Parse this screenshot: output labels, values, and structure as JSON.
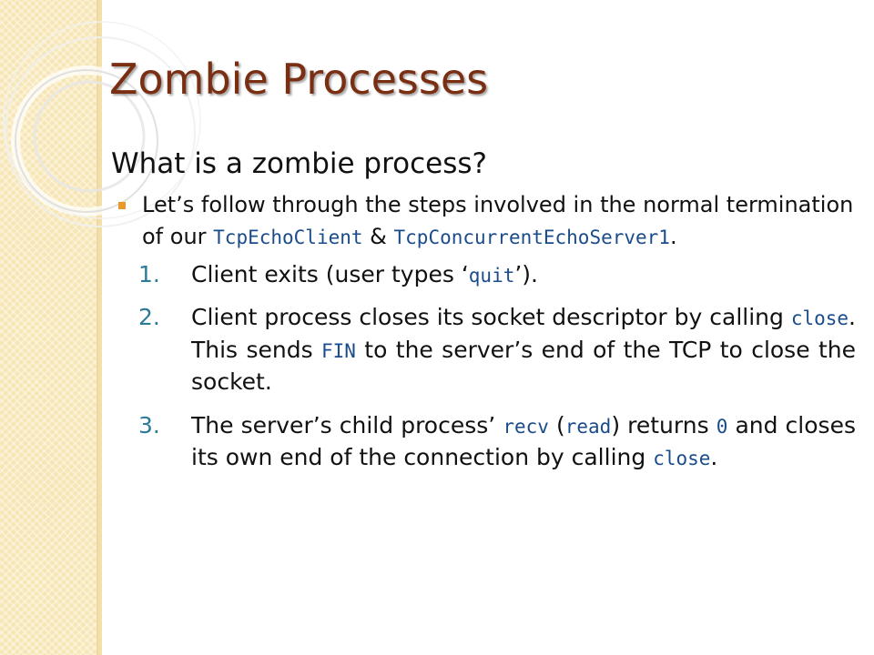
{
  "slide": {
    "title": "Zombie Processes",
    "heading": "What is a zombie process?",
    "bullet": {
      "icon": "square-bullet-icon",
      "parts": [
        {
          "text": "Let’s follow through the steps involved in the normal termination of our ",
          "code": false
        },
        {
          "text": "TcpEchoClient",
          "code": true
        },
        {
          "text": " & ",
          "code": false
        },
        {
          "text": "TcpConcurrentEchoServer1",
          "code": true
        },
        {
          "text": ".",
          "code": false
        }
      ]
    },
    "steps": [
      {
        "number": "1.",
        "parts": [
          {
            "text": "Client exits (user types ‘",
            "code": false
          },
          {
            "text": "quit",
            "code": true
          },
          {
            "text": "’).",
            "code": false
          }
        ]
      },
      {
        "number": "2.",
        "parts": [
          {
            "text": "Client process closes its socket descriptor by calling ",
            "code": false
          },
          {
            "text": "close",
            "code": true
          },
          {
            "text": ". This sends ",
            "code": false
          },
          {
            "text": "FIN",
            "code": true
          },
          {
            "text": " to the server’s end of the TCP to close the socket.",
            "code": false
          }
        ]
      },
      {
        "number": "3.",
        "parts": [
          {
            "text": "The server’s child process’ ",
            "code": false
          },
          {
            "text": "recv",
            "code": true
          },
          {
            "text": " (",
            "code": false
          },
          {
            "text": "read",
            "code": true
          },
          {
            "text": ") returns ",
            "code": false
          },
          {
            "text": "0",
            "code": true
          },
          {
            "text": " and closes its own end of the connection by calling ",
            "code": false
          },
          {
            "text": "close",
            "code": true
          },
          {
            "text": ".",
            "code": false
          }
        ]
      }
    ]
  },
  "colors": {
    "title": "#7a2f13",
    "band": "#f7e6b5",
    "bullet": "#e59a2a",
    "code": "#1a4c8b",
    "step_number": "#2d7a9a"
  }
}
